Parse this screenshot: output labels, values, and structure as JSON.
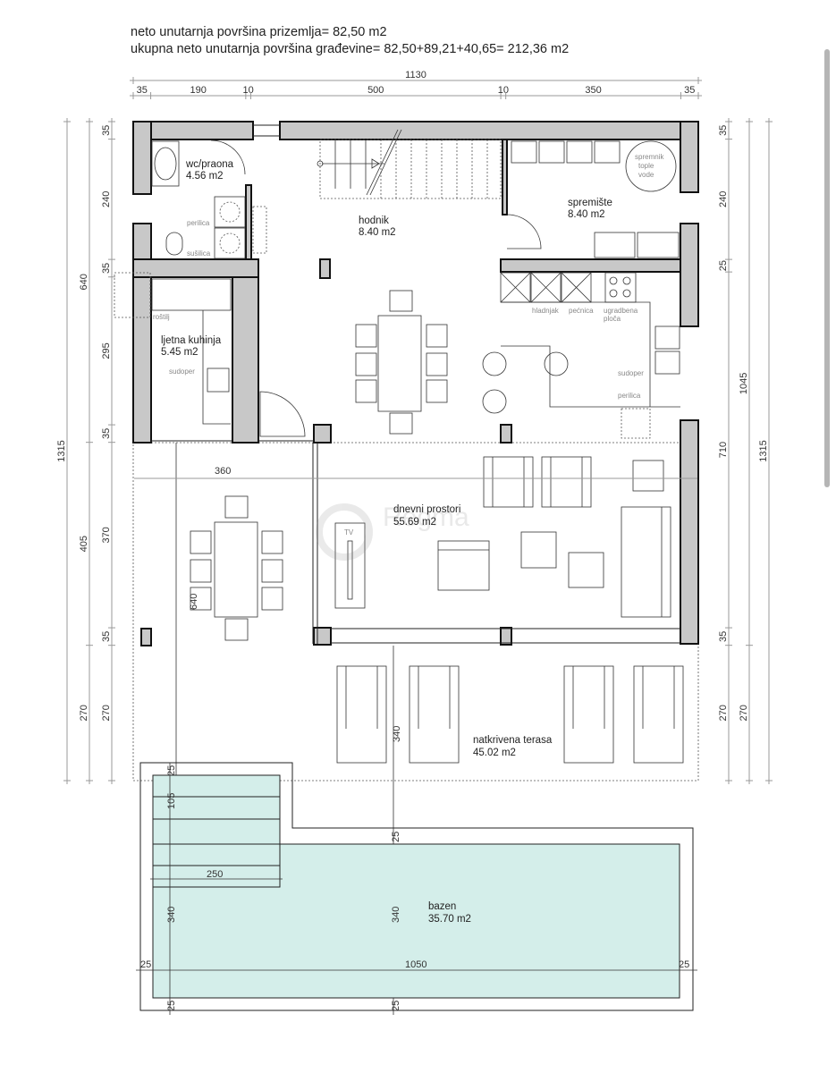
{
  "header": {
    "line1": "neto unutarnja površina prizemlja= 82,50 m2",
    "line2": "ukupna neto unutarnja površina građevine= 82,50+89,21+40,65= 212,36 m2"
  },
  "dims": {
    "top_total": "1130",
    "top_segments": [
      "35",
      "190",
      "10",
      "500",
      "10",
      "350",
      "35"
    ],
    "left_outer": "1315",
    "left_middle": [
      "640",
      "405",
      "270"
    ],
    "left_inner": [
      "35",
      "240",
      "35",
      "295",
      "35",
      "370",
      "35",
      "270"
    ],
    "right_inner": [
      "35",
      "240",
      "25",
      "710",
      "35",
      "270"
    ],
    "right_middle": [
      "1045",
      "270"
    ],
    "right_outer": "1315",
    "terrace": {
      "width": "360",
      "depth": "640",
      "lounge": "340"
    },
    "pool": {
      "top_edge": "25",
      "steps_depth": "105",
      "steps_width": "250",
      "left_height": "340",
      "mid_height": "340",
      "mid_top_edge": "25",
      "length": "1050",
      "left_edge": "25",
      "right_edge": "25",
      "bottom_left_edge": "25",
      "bottom_mid_edge": "25"
    }
  },
  "rooms": {
    "wc": {
      "name": "wc/praona",
      "area": "4.56 m2"
    },
    "hodnik": {
      "name": "hodnik",
      "area": "8.40 m2"
    },
    "spremiste": {
      "name": "spremište",
      "area": "8.40 m2"
    },
    "ljetna": {
      "name": "ljetna kuhinja",
      "area": "5.45 m2"
    },
    "dnevni": {
      "name": "dnevni prostori",
      "area": "55.69 m2"
    },
    "terasa": {
      "name": "natkrivena terasa",
      "area": "45.02 m2"
    },
    "bazen": {
      "name": "bazen",
      "area": "35.70 m2"
    }
  },
  "fixtures": {
    "perilica_wc": "perilica",
    "susilica": "sušilica",
    "rostilj": "roštilj",
    "sudoper_ljetna": "sudoper",
    "spremnik": [
      "spremnik",
      "tople",
      "vode"
    ],
    "hladnjak": "hladnjak",
    "pecnica": "pećnica",
    "ploca": [
      "ugradbena",
      "ploča"
    ],
    "sudoper_kuhinja": "sudoper",
    "perilica_kuhinja": "perilica",
    "tv": "TV"
  },
  "watermark": "Regma",
  "colors": {
    "wall": "#c8c8c8",
    "pool": "#d4eeea"
  }
}
